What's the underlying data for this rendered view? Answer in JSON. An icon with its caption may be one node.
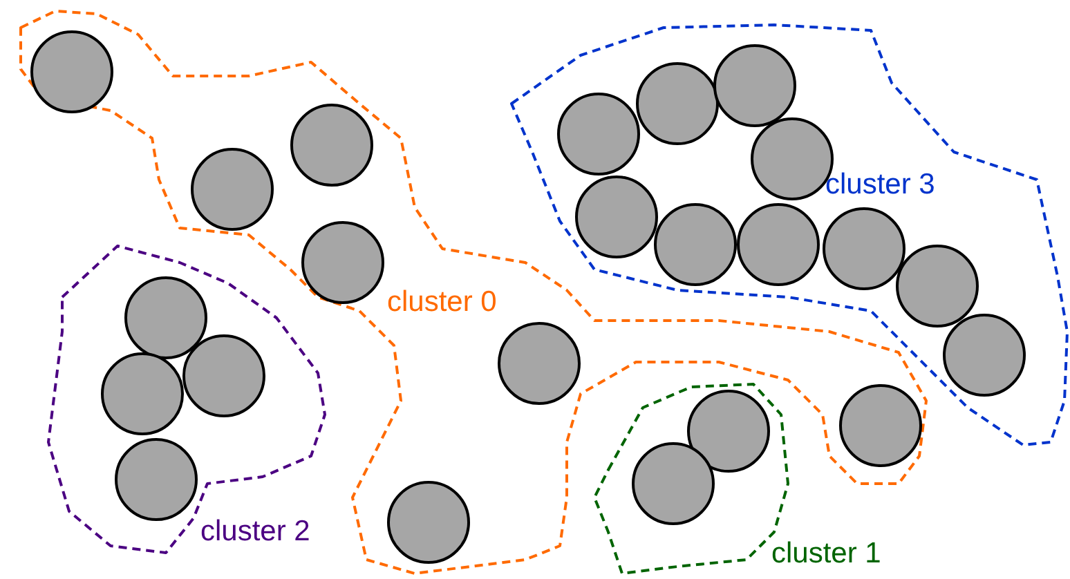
{
  "diagram": {
    "nodes": [
      {
        "text": [
          "cluster 0"
        ]
      },
      {
        "text": [
          "cluster 3"
        ]
      },
      {
        "text": [
          "cluster 2"
        ]
      },
      {
        "text": [
          "cluster 1"
        ],
        "in": 0
      },
      {
        "text": [],
        "shape": "circle",
        "in": 0
      },
      {
        "text": [],
        "shape": "circle",
        "in": 0
      },
      {
        "text": [],
        "shape": "circle",
        "in": 0
      },
      {
        "text": [],
        "shape": "circle",
        "in": 0
      },
      {
        "text": [],
        "shape": "circle",
        "in": 0
      },
      {
        "text": [],
        "shape": "circle",
        "in": 0
      },
      {
        "text": [],
        "shape": "circle",
        "in": 0
      },
      {
        "text": [],
        "shape": "circle",
        "in": 1
      },
      {
        "text": [],
        "shape": "circle",
        "in": 1
      },
      {
        "text": [],
        "shape": "circle",
        "in": 1
      },
      {
        "text": [],
        "shape": "circle",
        "in": 1
      },
      {
        "text": [],
        "shape": "circle",
        "in": 1
      },
      {
        "text": [],
        "shape": "circle",
        "in": 1
      },
      {
        "text": [],
        "shape": "circle",
        "in": 1
      },
      {
        "text": [],
        "shape": "circle",
        "in": 1
      },
      {
        "text": [],
        "shape": "circle",
        "in": 1
      },
      {
        "text": [],
        "shape": "circle",
        "in": 1
      },
      {
        "text": [],
        "shape": "circle",
        "in": 2
      },
      {
        "text": [],
        "shape": "circle",
        "in": 2
      },
      {
        "text": [],
        "shape": "circle",
        "in": 2
      },
      {
        "text": [],
        "shape": "circle",
        "in": 2
      },
      {
        "text": [],
        "shape": "circle",
        "in": 3
      },
      {
        "text": [],
        "shape": "circle",
        "in": 3
      }
    ]
  }
}
